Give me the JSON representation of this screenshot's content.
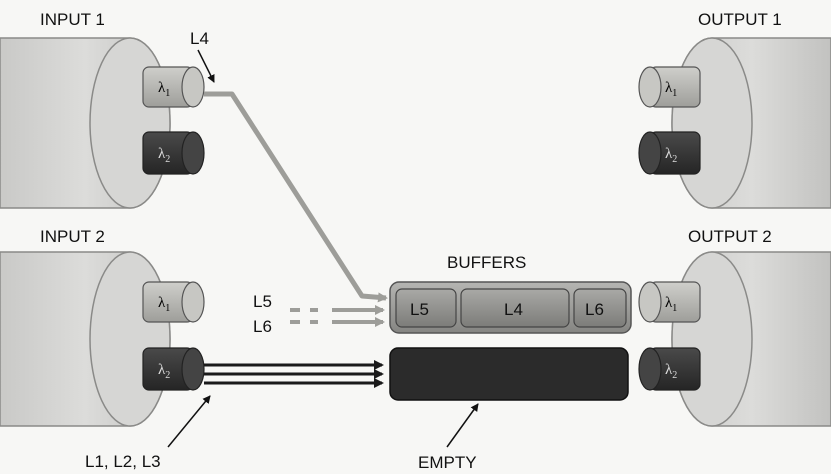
{
  "inputs": [
    {
      "label": "INPUT 1",
      "channels": [
        "λ1",
        "λ2"
      ]
    },
    {
      "label": "INPUT 2",
      "channels": [
        "λ1",
        "λ2"
      ]
    }
  ],
  "outputs": [
    {
      "label": "OUTPUT 1",
      "channels": [
        "λ1",
        "λ2"
      ]
    },
    {
      "label": "OUTPUT 2",
      "channels": [
        "λ1",
        "λ2"
      ]
    }
  ],
  "wavelengths": {
    "lambda1": "λ",
    "lambda1_sub": "1",
    "lambda2": "λ",
    "lambda2_sub": "2"
  },
  "annotations": {
    "l4": "L4",
    "l5": "L5",
    "l6": "L6",
    "l123": "L1, L2, L3",
    "empty": "EMPTY",
    "buffers": "BUFFERS"
  },
  "buffer_slots": [
    "L5",
    "L4",
    "L6"
  ],
  "colors": {
    "drum": "#d4d4d2",
    "drum_edge": "#8a8a88",
    "lambda1_fill": "#b8b8b4",
    "lambda2_fill": "#3d3d3d",
    "buffer_fill": "#8f8f8c",
    "empty_fill": "#2b2b2b",
    "light_path": "#b0b0ac",
    "dark_path": "#1a1a1a"
  }
}
